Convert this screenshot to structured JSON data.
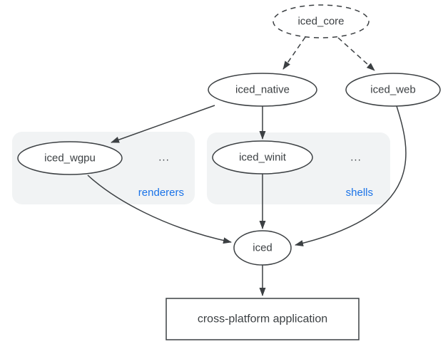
{
  "diagram": {
    "type": "dependency-graph",
    "nodes": [
      {
        "id": "iced_core",
        "label": "iced_core",
        "shape": "ellipse",
        "border": "dashed"
      },
      {
        "id": "iced_native",
        "label": "iced_native",
        "shape": "ellipse",
        "border": "solid"
      },
      {
        "id": "iced_web",
        "label": "iced_web",
        "shape": "ellipse",
        "border": "solid"
      },
      {
        "id": "iced_wgpu",
        "label": "iced_wgpu",
        "shape": "ellipse",
        "border": "solid",
        "group": "renderers"
      },
      {
        "id": "iced_winit",
        "label": "iced_winit",
        "shape": "ellipse",
        "border": "solid",
        "group": "shells"
      },
      {
        "id": "iced",
        "label": "iced",
        "shape": "ellipse",
        "border": "solid"
      },
      {
        "id": "app",
        "label": "cross-platform application",
        "shape": "rect",
        "border": "solid"
      }
    ],
    "groups": [
      {
        "id": "renderers",
        "label": "renderers",
        "ellipsis": "..."
      },
      {
        "id": "shells",
        "label": "shells",
        "ellipsis": "..."
      }
    ],
    "edges": [
      {
        "from": "iced_core",
        "to": "iced_native",
        "style": "dashed"
      },
      {
        "from": "iced_core",
        "to": "iced_web",
        "style": "dashed"
      },
      {
        "from": "iced_native",
        "to": "iced_wgpu",
        "style": "solid"
      },
      {
        "from": "iced_native",
        "to": "iced_winit",
        "style": "solid"
      },
      {
        "from": "iced_wgpu",
        "to": "iced",
        "style": "solid"
      },
      {
        "from": "iced_winit",
        "to": "iced",
        "style": "solid"
      },
      {
        "from": "iced_web",
        "to": "iced",
        "style": "solid"
      },
      {
        "from": "iced",
        "to": "app",
        "style": "solid"
      }
    ],
    "colors": {
      "stroke": "#3c4043",
      "text": "#3c4043",
      "group_fill": "#f1f3f4",
      "group_label": "#1a73e8",
      "background": "#ffffff"
    }
  }
}
